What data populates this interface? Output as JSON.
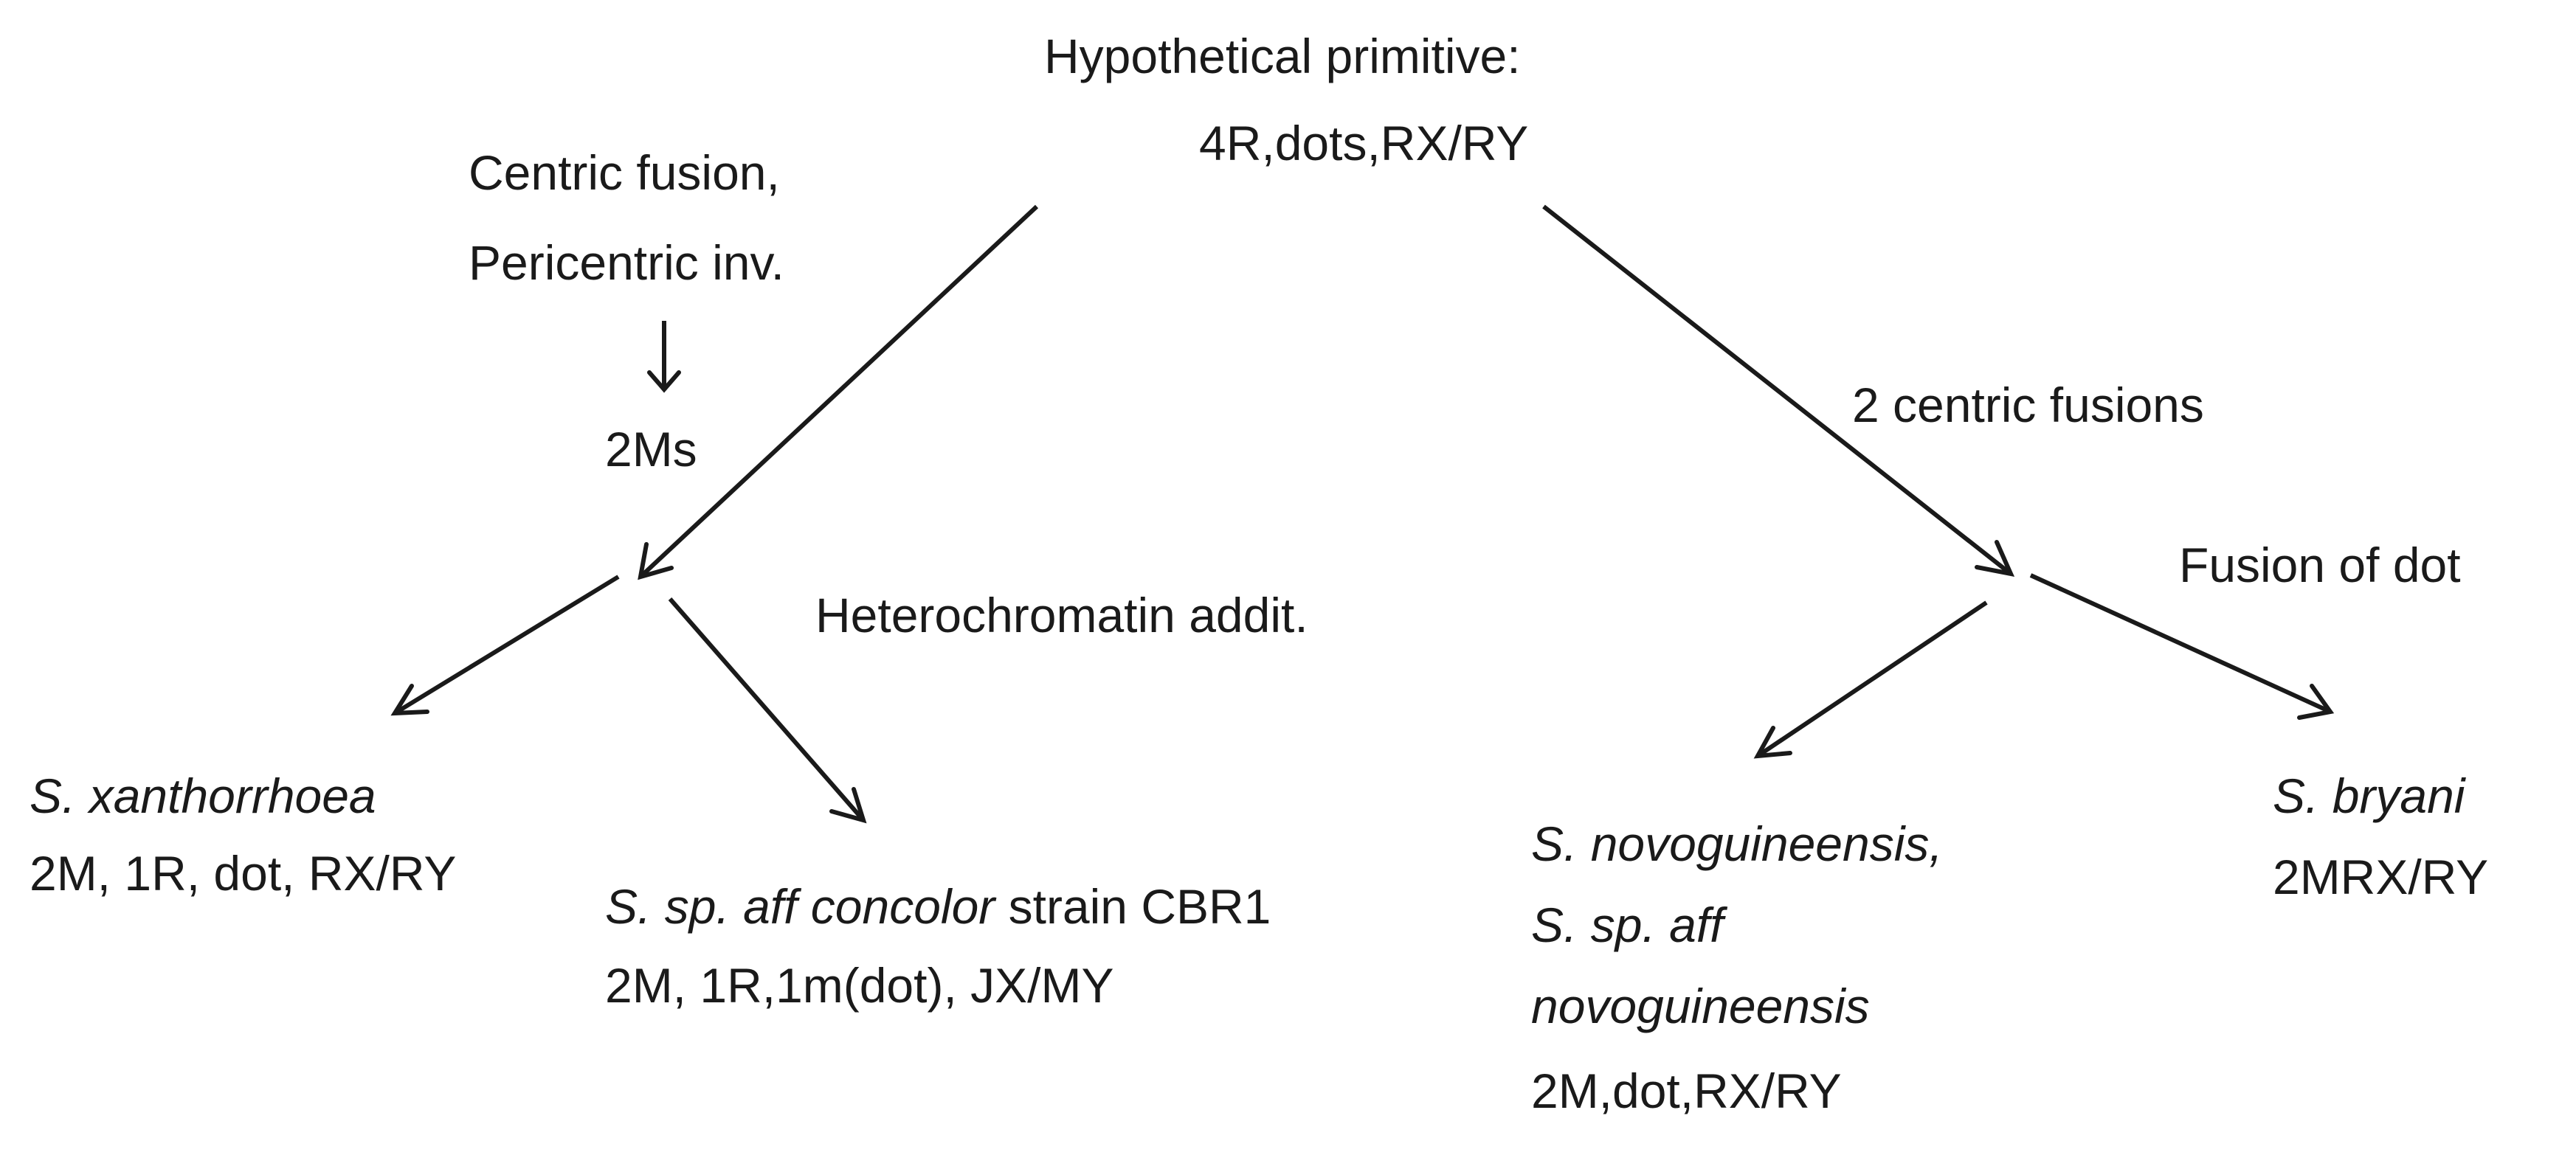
{
  "root": {
    "line1": "Hypothetical primitive:",
    "line2": "4R,dots,RX/RY"
  },
  "left_branch": {
    "label_line1": "Centric  fusion,",
    "label_line2": "Pericentric inv.",
    "result": "2Ms"
  },
  "right_branch": {
    "label": "2 centric fusions"
  },
  "mid_label": "Heterochromatin addit.",
  "right_sub_label": "Fusion of dot",
  "leaves": {
    "xanthorrhoea": {
      "name": "S. xanthorrhoea",
      "karyotype": "2M, 1R, dot, RX/RY"
    },
    "concolor": {
      "name_italic": "S. sp. aff concolor",
      "name_suffix": " strain CBR1",
      "karyotype": "2M, 1R,1m(dot), JX/MY"
    },
    "novoguineensis": {
      "name_line1": "S. novoguineensis,",
      "name_line2": "S. sp. aff",
      "name_line3": "novoguineensis",
      "karyotype": "2M,dot,RX/RY"
    },
    "bryani": {
      "name": "S. bryani",
      "karyotype": "2MRX/RY"
    }
  }
}
